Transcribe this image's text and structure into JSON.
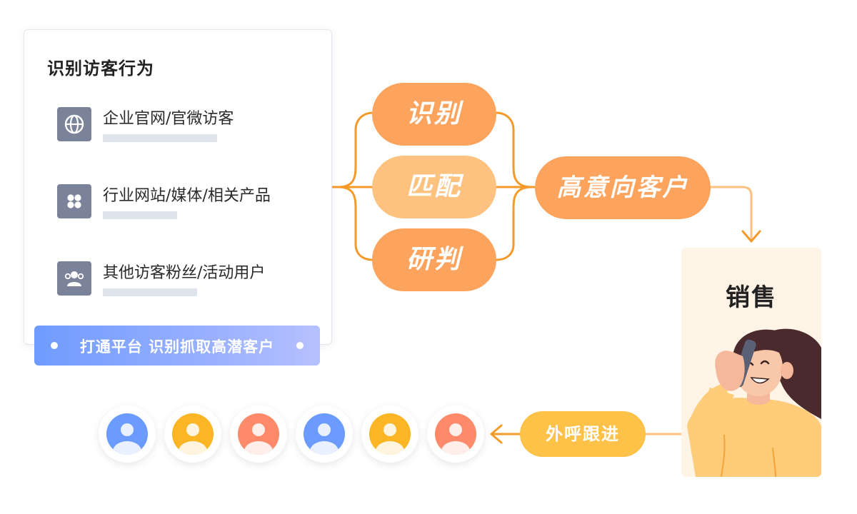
{
  "card": {
    "title": "识别访客行为",
    "items": [
      {
        "label": "企业官网/官微访客",
        "icon": "globe-icon"
      },
      {
        "label": "行业网站/媒体/相关产品",
        "icon": "grid-icon"
      },
      {
        "label": "其他访客粉丝/活动用户",
        "icon": "users-icon"
      }
    ]
  },
  "banner": {
    "text": "打通平台 识别抓取高潜客户"
  },
  "stages": [
    "识别",
    "匹配",
    "研判"
  ],
  "lead": "高意向客户",
  "sales": {
    "title": "销售",
    "icon": "phone-call-illustration"
  },
  "callout": "外呼跟进",
  "avatars": [
    {
      "color": "#6b9bff",
      "icon": "user-icon"
    },
    {
      "color": "#fcb524",
      "icon": "user-icon"
    },
    {
      "color": "#ff8a6b",
      "icon": "user-icon"
    },
    {
      "color": "#6b9bff",
      "icon": "user-icon"
    },
    {
      "color": "#fcb524",
      "icon": "user-icon"
    },
    {
      "color": "#ff8a6b",
      "icon": "user-icon"
    }
  ],
  "colors": {
    "stage": "#fca35e",
    "stage_middle": "#fdc27f",
    "connector": "#f39a2a",
    "callout": "#fec249"
  }
}
